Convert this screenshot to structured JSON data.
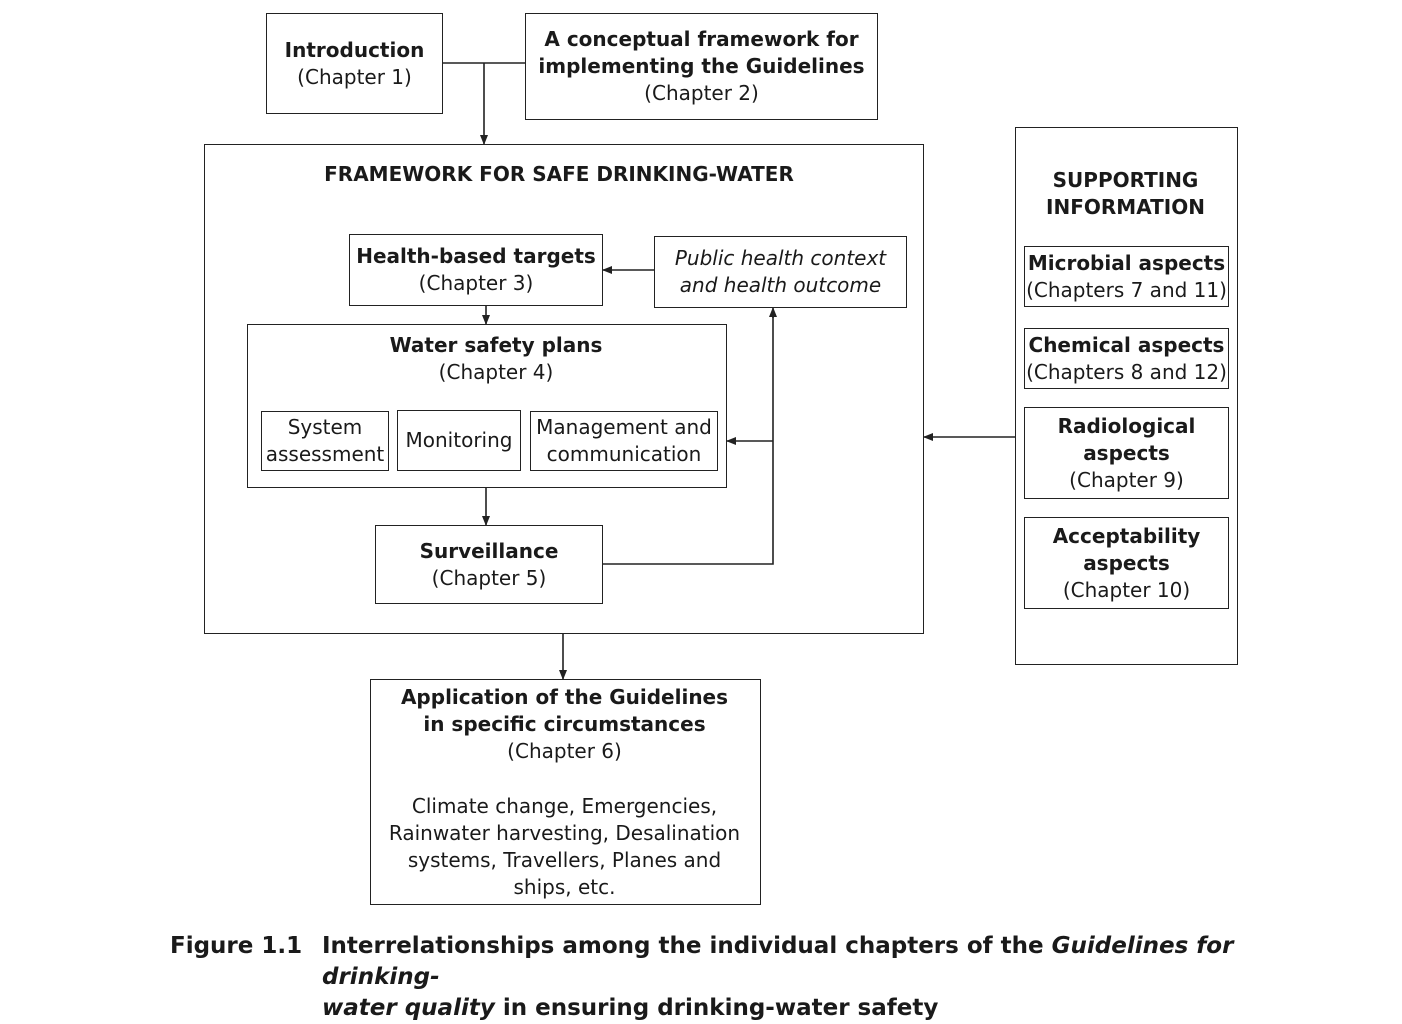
{
  "intro": {
    "title": "Introduction",
    "chapter": "(Chapter 1)"
  },
  "conceptual": {
    "line1": "A conceptual framework for",
    "line2": "implementing the Guidelines",
    "chapter": "(Chapter 2)"
  },
  "framework": {
    "title": "FRAMEWORK FOR SAFE DRINKING-WATER"
  },
  "health_targets": {
    "title": "Health-based targets",
    "chapter": "(Chapter 3)"
  },
  "public_health": {
    "line1": "Public health context",
    "line2": "and health outcome"
  },
  "wsp": {
    "title": "Water safety plans",
    "chapter": "(Chapter 4)",
    "system": {
      "line1": "System",
      "line2": "assessment"
    },
    "monitoring": "Monitoring",
    "management": {
      "line1": "Management and",
      "line2": "communication"
    }
  },
  "surveillance": {
    "title": "Surveillance",
    "chapter": "(Chapter 5)"
  },
  "supporting": {
    "line1": "SUPPORTING",
    "line2": "INFORMATION",
    "microbial": {
      "title": "Microbial aspects",
      "chapter": "(Chapters 7 and 11)"
    },
    "chemical": {
      "title": "Chemical aspects",
      "chapter": "(Chapters 8 and 12)"
    },
    "radiological": {
      "line1": "Radiological",
      "line2": "aspects",
      "chapter": "(Chapter 9)"
    },
    "acceptability": {
      "line1": "Acceptability",
      "line2": "aspects",
      "chapter": "(Chapter 10)"
    }
  },
  "application": {
    "line1": "Application of the Guidelines",
    "line2": "in specific circumstances",
    "chapter": "(Chapter 6)",
    "desc1": "Climate change, Emergencies,",
    "desc2": "Rainwater harvesting, Desalination",
    "desc3": "systems, Travellers, Planes and",
    "desc4": "ships, etc."
  },
  "caption": {
    "label": "Figure 1.1",
    "part1": "Interrelationships among the individual chapters of the ",
    "italic1": "Guidelines for drinking-",
    "italic2": "water quality",
    "part2": " in ensuring drinking-water safety"
  }
}
